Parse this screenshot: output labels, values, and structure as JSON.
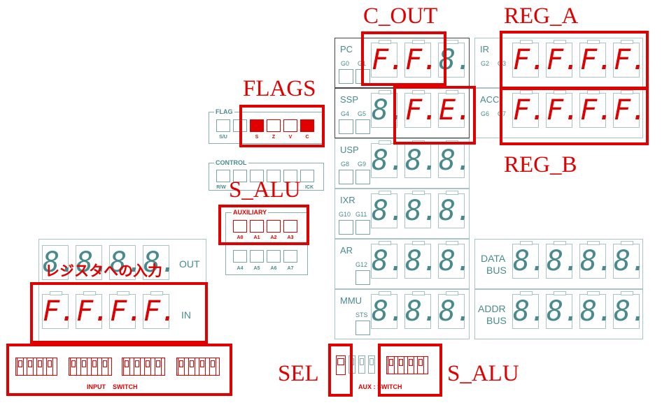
{
  "registers": {
    "pc": {
      "label": "PC",
      "groups": [
        "G0",
        "G1"
      ],
      "digits": [
        "F.",
        "F.",
        "8."
      ]
    },
    "ssp": {
      "label": "SSP",
      "groups": [
        "G4",
        "G5"
      ],
      "digits": [
        "8.",
        "F.",
        "E."
      ]
    },
    "usp": {
      "label": "USP",
      "groups": [
        "G8",
        "G9"
      ],
      "digits": [
        "8.",
        "8.",
        "8."
      ]
    },
    "ixr": {
      "label": "IXR",
      "groups": [
        "G10",
        "G11"
      ],
      "digits": [
        "8.",
        "8.",
        "8."
      ]
    },
    "ar": {
      "label": "AR",
      "groups": [
        "G12"
      ],
      "digits": [
        "8.",
        "8.",
        "8."
      ]
    },
    "mmu": {
      "label": "MMU",
      "groups": [
        "STS"
      ],
      "digits": [
        "8.",
        "8.",
        "8."
      ]
    },
    "ir": {
      "label": "IR",
      "groups": [
        "G2",
        "G3"
      ],
      "digits": [
        "F.",
        "F.",
        "F.",
        "F."
      ]
    },
    "acc": {
      "label": "ACC",
      "groups": [
        "G6",
        "G7"
      ],
      "digits": [
        "F.",
        "F.",
        "F.",
        "F."
      ]
    },
    "data_bus": {
      "label_line1": "DATA",
      "label_line2": "BUS",
      "digits": [
        "8.",
        "8.",
        "8.",
        "8."
      ]
    },
    "addr_bus": {
      "label_line1": "ADDR",
      "label_line2": "BUS",
      "digits": [
        "8.",
        "8.",
        "8.",
        "8."
      ]
    }
  },
  "io": {
    "out_label": "OUT",
    "out_digits": [
      "8.",
      "8.",
      "8.",
      "8."
    ],
    "in_label": "IN",
    "in_digits": [
      "F.",
      "F.",
      "F.",
      "F."
    ],
    "input_switch_label": "INPUT    SWITCH",
    "aux_switch_label": "AUX : SWITCH"
  },
  "flags": {
    "title": "FLAG",
    "items": [
      {
        "label": "S/U",
        "state": "off"
      },
      {
        "label": "",
        "state": "off"
      },
      {
        "label": "S",
        "state": "on"
      },
      {
        "label": "Z",
        "state": "off"
      },
      {
        "label": "V",
        "state": "off"
      },
      {
        "label": "C",
        "state": "on"
      }
    ]
  },
  "control": {
    "title": "CONTROL",
    "left_label": "R/W",
    "right_label": "ICK"
  },
  "auxiliary": {
    "title": "AUXILIARY",
    "top": [
      "A0",
      "A1",
      "A2",
      "A3"
    ],
    "bottom": [
      "A4",
      "A5",
      "A6",
      "A7"
    ]
  },
  "annotations": {
    "c_out": "C_OUT",
    "reg_a": "REG_A",
    "reg_b": "REG_B",
    "flags": "FLAGS",
    "s_alu_top": "S_ALU",
    "input_jp": "レジスタへの入力",
    "sel": "SEL",
    "s_alu_bottom": "S_ALU"
  },
  "colors": {
    "accent": "#e00000",
    "panel_text": "#4a8a8c",
    "panel_border": "#a9c4c4"
  }
}
